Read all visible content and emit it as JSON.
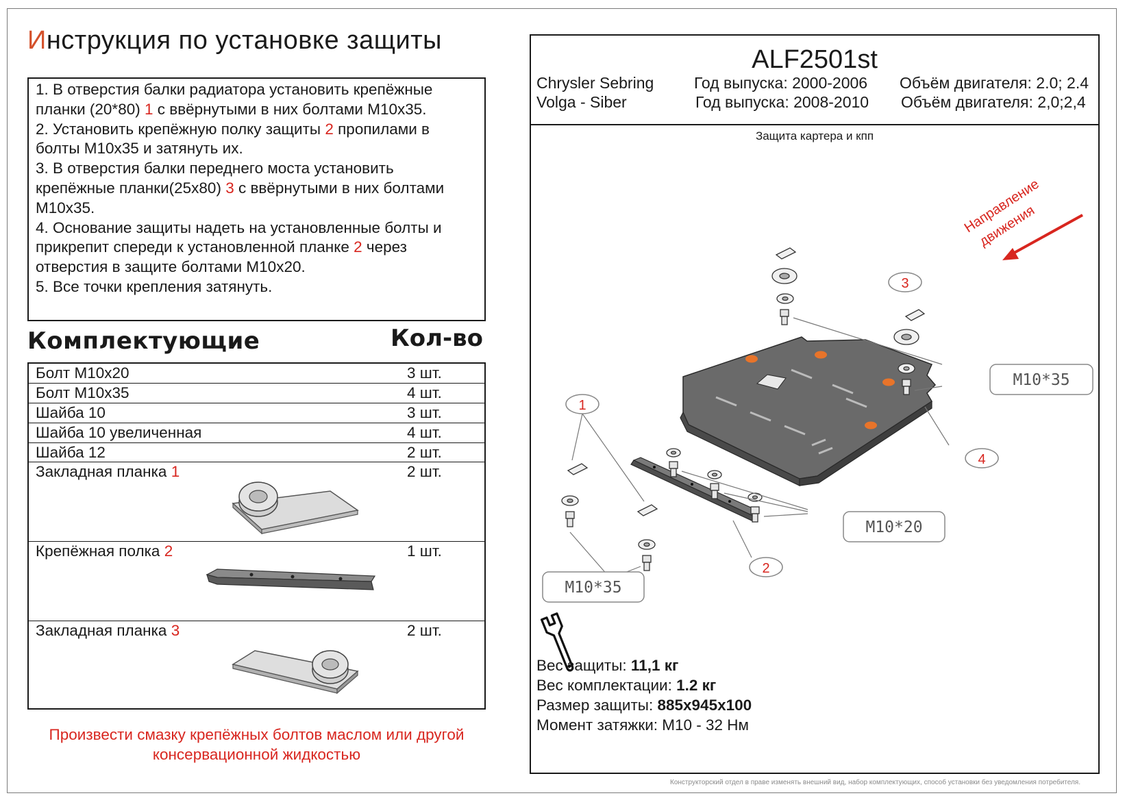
{
  "title": {
    "first_letter": "И",
    "rest": "нструкция по установке защиты"
  },
  "instructions": [
    {
      "text": "1.  В отверстия балки радиатора установить крепёжные"
    },
    {
      "pre": "планки (20*80) ",
      "num": "1",
      "post": " с ввёрнутыми в них болтами М10х35."
    },
    {
      "pre": "2.  Установить крепёжную полку защиты ",
      "num": "2",
      "post": " пропилами в"
    },
    {
      "text": "болты М10х35 и затянуть их."
    },
    {
      "text": "3.  В отверстия балки переднего моста установить"
    },
    {
      "pre": "крепёжные планки(25х80) ",
      "num": "3",
      "post": " с ввёрнутыми в них болтами"
    },
    {
      "text": "М10х35."
    },
    {
      "text": "4.  Основание защиты надеть на установленные болты и"
    },
    {
      "pre": "прикрепит спереди к установленной планке ",
      "num": "2",
      "post": " через"
    },
    {
      "text": "отверстия в защите болтами М10х20."
    },
    {
      "text": "5.  Все точки крепления затянуть."
    }
  ],
  "kit": {
    "heading": "Комплектующие",
    "qty_heading": "Кол-во",
    "rows": [
      {
        "name": "Болт М10х20",
        "num": "",
        "qty": "3 шт."
      },
      {
        "name": "Болт М10х35",
        "num": "",
        "qty": "4 шт."
      },
      {
        "name": "Шайба 10",
        "num": "",
        "qty": "3 шт."
      },
      {
        "name": "Шайба 10 увеличенная",
        "num": "",
        "qty": "4 шт."
      },
      {
        "name": "Шайба 12",
        "num": "",
        "qty": "2 шт."
      },
      {
        "name": "Закладная планка ",
        "num": "1",
        "qty": "2 шт."
      },
      {
        "name": "Крепёжная полка ",
        "num": "2",
        "qty": "1 шт."
      },
      {
        "name": "Закладная планка ",
        "num": "3",
        "qty": "2 шт."
      }
    ]
  },
  "note": {
    "line1": "Произвести смазку крепёжных болтов маслом или другой",
    "line2": "консервационной жидкостью"
  },
  "product": {
    "code": "ALF2501st",
    "cars": [
      {
        "model": "Chrysler Sebring",
        "year": "Год выпуска: 2000-2006",
        "engine": "Объём двигателя: 2.0; 2.4"
      },
      {
        "model": "Volga - Siber",
        "year": "Год выпуска: 2008-2010",
        "engine": "Объём двигателя: 2,0;2,4"
      }
    ],
    "subtitle": "Защита картера и кпп"
  },
  "diagram": {
    "direction": [
      "Направление",
      "движения"
    ],
    "callouts": [
      "1",
      "2",
      "3",
      "4"
    ],
    "bolt_labels": [
      "M10*35",
      "M10*20",
      "M10*35"
    ]
  },
  "specs": [
    {
      "label": "Вес защиты: ",
      "value": "11,1 кг"
    },
    {
      "label": "Вес комплектации: ",
      "value": "1.2 кг"
    },
    {
      "label": "Размер защиты: ",
      "value": "885x945x100"
    },
    {
      "label": "Момент затяжки: ",
      "value": " М10 - 32 Нм"
    }
  ],
  "footer": "Конструкторский отдел в праве изменять внешний вид, набор комплектующих, способ установки без уведомления потребителя.",
  "colors": {
    "accent_red": "#d8261f",
    "title_first_letter": "#d4512b",
    "plate_orange": "#e8742a",
    "plate_grey": "#6b6b6b"
  }
}
